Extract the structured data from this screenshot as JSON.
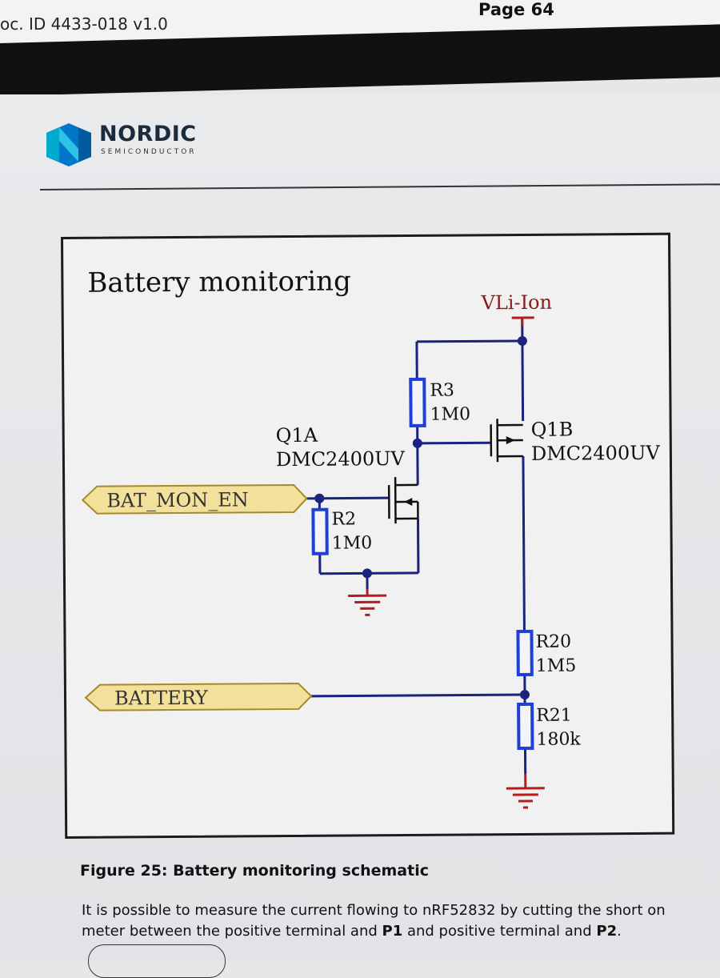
{
  "header": {
    "doc_id": "oc. ID 4433-018 v1.0",
    "page": "Page 64"
  },
  "logo": {
    "name": "NORDIC",
    "tagline": "SEMICONDUCTOR",
    "colors": [
      "#00a9ce",
      "#0077c8",
      "#1b2a3c"
    ]
  },
  "schematic": {
    "title": "Battery monitoring",
    "supply": "VLi-Ion",
    "net_labels": [
      "BAT_MON_EN",
      "BATTERY"
    ],
    "q1a": {
      "ref": "Q1A",
      "part": "DMC2400UV"
    },
    "q1b": {
      "ref": "Q1B",
      "part": "DMC2400UV"
    },
    "r3": {
      "ref": "R3",
      "value": "1M0"
    },
    "r2": {
      "ref": "R2",
      "value": "1M0"
    },
    "r20": {
      "ref": "R20",
      "value": "1M5"
    },
    "r21": {
      "ref": "R21",
      "value": "180k"
    },
    "colors": {
      "wire": "#1a237e",
      "resistor": "#1f3fd6",
      "ground": "#b71c1c",
      "net_label_fill": "#f3e19b"
    }
  },
  "caption": "Figure 25: Battery monitoring schematic",
  "body": {
    "line1": "It is possible to measure the current flowing to nRF52832 by cutting the short on",
    "line2_a": "meter between the positive terminal and ",
    "line2_p1": "P1",
    "line2_b": " and positive terminal and ",
    "line2_p2": "P2",
    "line2_c": "."
  }
}
